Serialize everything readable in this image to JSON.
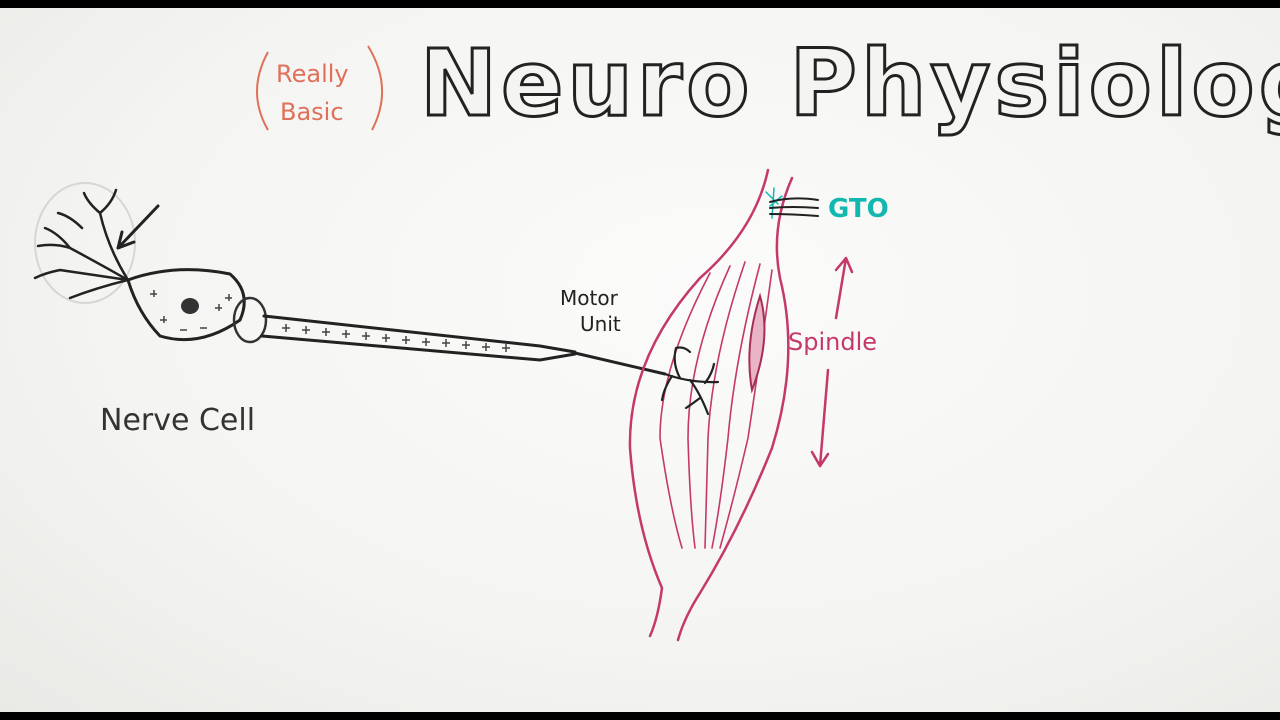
{
  "title": {
    "prefix_line1": "Really",
    "prefix_line2": "Basic",
    "main": "Neuro Physiology"
  },
  "labels": {
    "nerve_cell": "Nerve Cell",
    "motor_unit_line1": "Motor",
    "motor_unit_line2": "Unit",
    "gto": "GTO",
    "spindle": "Spindle"
  },
  "colors": {
    "ink": "#222222",
    "prefix": "#e0705a",
    "muscle": "#c5386a",
    "gto": "#12b8b0"
  }
}
